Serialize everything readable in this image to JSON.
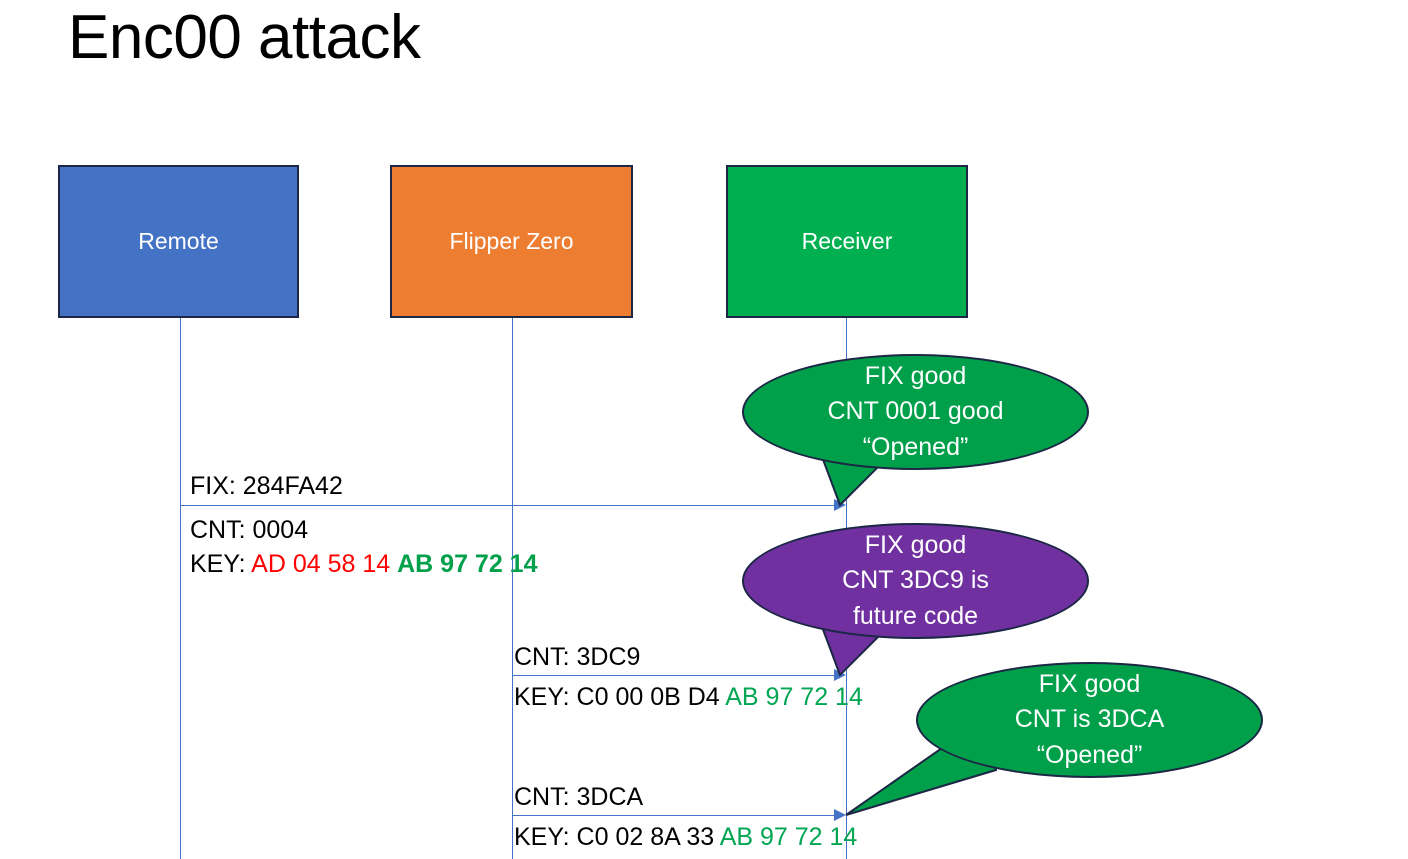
{
  "slide": {
    "title": "Enc00 attack"
  },
  "actors": [
    {
      "label": "Remote",
      "color": "#4472C4"
    },
    {
      "label": "Flipper Zero",
      "color": "#ED7D31"
    },
    {
      "label": "Receiver",
      "color": "#00B050"
    }
  ],
  "messages": [
    {
      "from": "Remote",
      "to": "Receiver",
      "line1": "FIX: 284FA42",
      "line2": "CNT: 0004",
      "key_label": "KEY: ",
      "key_first": "AD 04 58 14 ",
      "key_second": "AB 97 72 14"
    },
    {
      "from": "Flipper Zero",
      "to": "Receiver",
      "line1": "CNT: 3DC9",
      "key_label": "KEY: C0 00 0B D4 ",
      "key_second": "AB 97 72 14"
    },
    {
      "from": "Flipper Zero",
      "to": "Receiver",
      "line1": "CNT: 3DCA",
      "key_label": "KEY: C0 02 8A 33 ",
      "key_second": "AB 97 72 14"
    }
  ],
  "bubbles": [
    {
      "color": "#00A04B",
      "lines": [
        "FIX good",
        "CNT 0001 good",
        "“Opened”"
      ]
    },
    {
      "color": "#7030A0",
      "lines": [
        "FIX good",
        "CNT 3DC9 is",
        "future code"
      ]
    },
    {
      "color": "#00A04B",
      "lines": [
        "FIX good",
        "CNT is 3DCA",
        "“Opened”"
      ]
    }
  ],
  "colors": {
    "hex_red": "#FF0000",
    "hex_green": "#00A651",
    "arrow_blue": "#4472C4",
    "border_dark": "#1B2744"
  }
}
